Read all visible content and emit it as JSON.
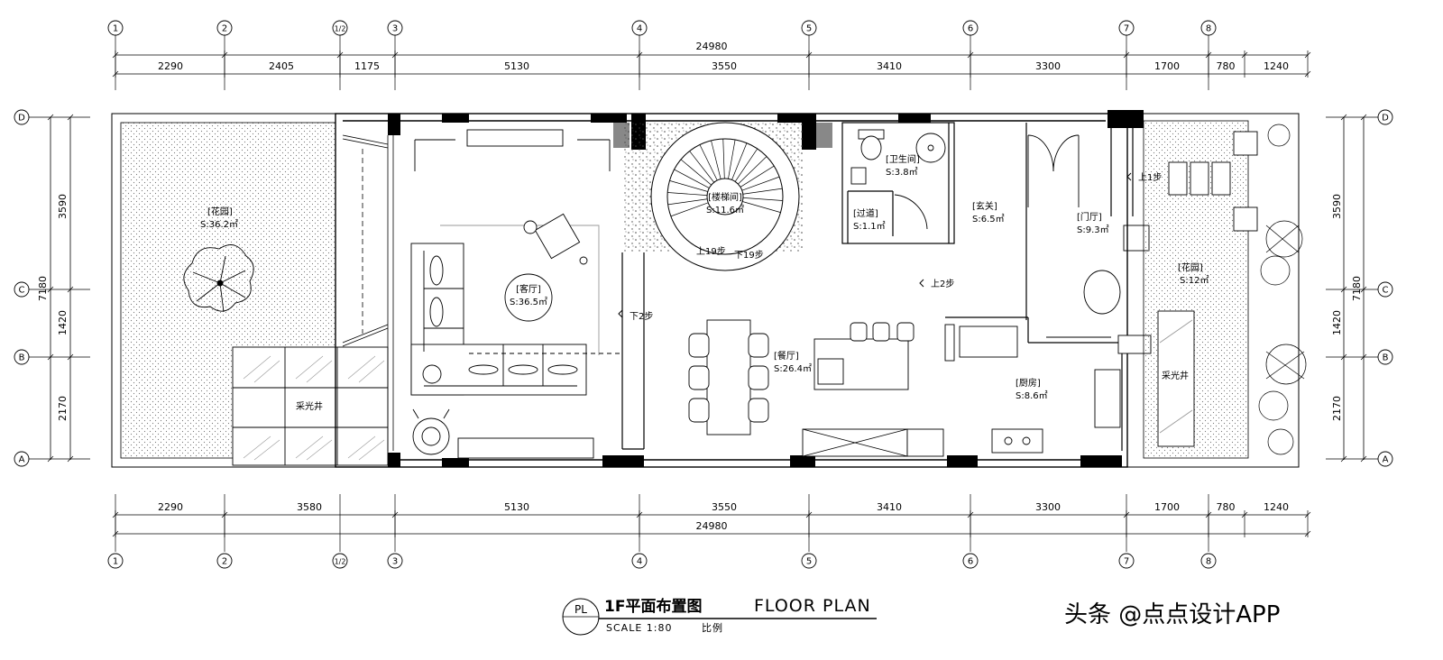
{
  "grid": {
    "top_labels": [
      "1",
      "2",
      "1/2",
      "3",
      "4",
      "5",
      "6",
      "7",
      "8"
    ],
    "bottom_labels": [
      "1",
      "2",
      "1/2",
      "3",
      "4",
      "5",
      "6",
      "7",
      "8"
    ],
    "row_labels": [
      "D",
      "C",
      "B",
      "A"
    ]
  },
  "dimensions": {
    "top_total": "24980",
    "top_segments": [
      "2290",
      "2405",
      "1175",
      "5130",
      "3550",
      "3410",
      "3300",
      "1700",
      "780",
      "1240"
    ],
    "bottom_total": "24980",
    "bottom_segments": [
      "2290",
      "3580",
      "5130",
      "3550",
      "3410",
      "3300",
      "1700",
      "780",
      "1240"
    ],
    "left_total": "7180",
    "left_segments": [
      "3590",
      "1420",
      "2170"
    ],
    "right_total": "7180",
    "right_segments": [
      "3590",
      "1420",
      "2170"
    ]
  },
  "rooms": {
    "garden_left": {
      "name": "[花园]",
      "area": "S:36.2㎡"
    },
    "light_well_left": {
      "name": "采光井"
    },
    "living": {
      "name": "[客厅]",
      "area": "S:36.5㎡"
    },
    "stair": {
      "name": "[楼梯间]",
      "area": "S:11.6㎡"
    },
    "dining": {
      "name": "[餐厅]",
      "area": "S:26.4㎡"
    },
    "toilet": {
      "name": "[卫生间]",
      "area": "S:3.8㎡"
    },
    "corridor": {
      "name": "[过道]",
      "area": "S:1.1㎡"
    },
    "entry": {
      "name": "[玄关]",
      "area": "S:6.5㎡"
    },
    "foyer": {
      "name": "[门厅]",
      "area": "S:9.3㎡"
    },
    "kitchen": {
      "name": "[厨房]",
      "area": "S:8.6㎡"
    },
    "garden_right": {
      "name": "[花园]",
      "area": "S:12㎡"
    },
    "light_well_right": {
      "name": "采光井"
    }
  },
  "annotations": {
    "down_2_living": "下2步",
    "up_19": "上19步",
    "down_19": "下19步",
    "up_2": "上2步",
    "up_1": "上1步"
  },
  "title": {
    "badge": "PL",
    "main": "1F平面布置图",
    "english": "FLOOR PLAN",
    "scale": "SCALE 1:80",
    "scale_cn": "比例"
  },
  "watermark": "头条 @点点设计APP"
}
